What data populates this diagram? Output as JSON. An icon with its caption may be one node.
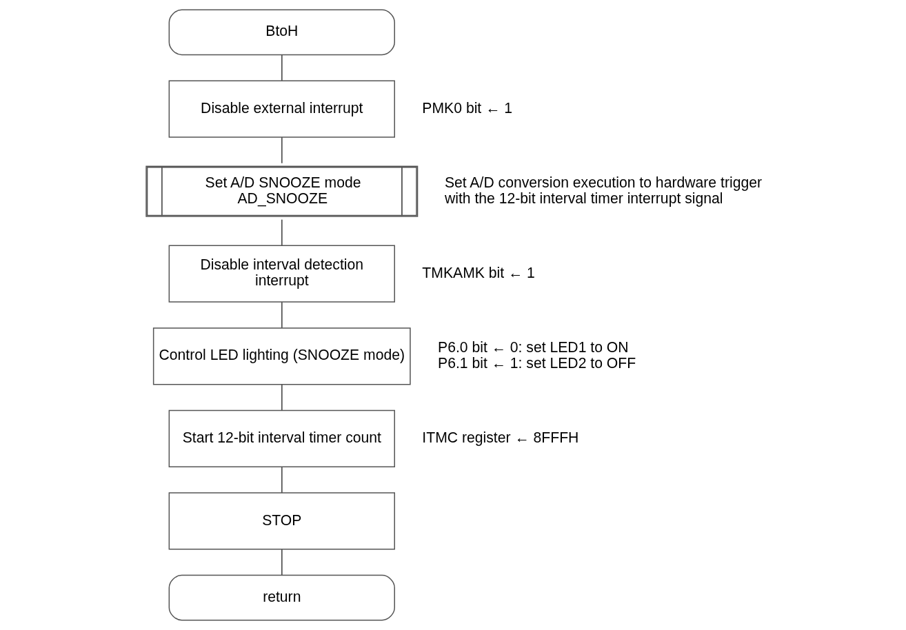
{
  "diagram": {
    "nodes": [
      {
        "text": [
          "BtoH"
        ]
      },
      {
        "text": [
          "Disable external interrupt"
        ],
        "beside": [
          "PMK0 bit ← 1"
        ]
      },
      {
        "text": [
          "Set A/D SNOOZE mode",
          "AD_SNOOZE"
        ],
        "beside": [
          "Set A/D conversion execution to hardware trigger with the 12-bit interval timer interrupt signal"
        ]
      },
      {
        "text": [
          "Disable interval detection interrupt"
        ],
        "beside": [
          "TMKAMK bit ← 1"
        ]
      },
      {
        "text": [
          "Control LED lighting (SNOOZE mode)"
        ],
        "beside": [
          "P6.0 bit ← 0: set LED1 to ON",
          "P6.1 bit ← 1: set LED2 to OFF"
        ]
      },
      {
        "text": [
          "Start 12-bit interval timer count"
        ],
        "beside": [
          "ITMC register ← 8FFFH"
        ]
      },
      {
        "text": [
          "STOP"
        ]
      },
      {
        "text": [
          "return"
        ]
      }
    ],
    "edges": [
      {
        "from": 0,
        "to": 1,
        "arrow": "none"
      },
      {
        "from": 1,
        "to": 2,
        "arrow": "none"
      },
      {
        "from": 2,
        "to": 3,
        "arrow": "none"
      },
      {
        "from": 3,
        "to": 4,
        "arrow": "none"
      },
      {
        "from": 4,
        "to": 5,
        "arrow": "none"
      },
      {
        "from": 5,
        "to": 6,
        "arrow": "none"
      },
      {
        "from": 6,
        "to": 7,
        "arrow": "none"
      }
    ]
  }
}
